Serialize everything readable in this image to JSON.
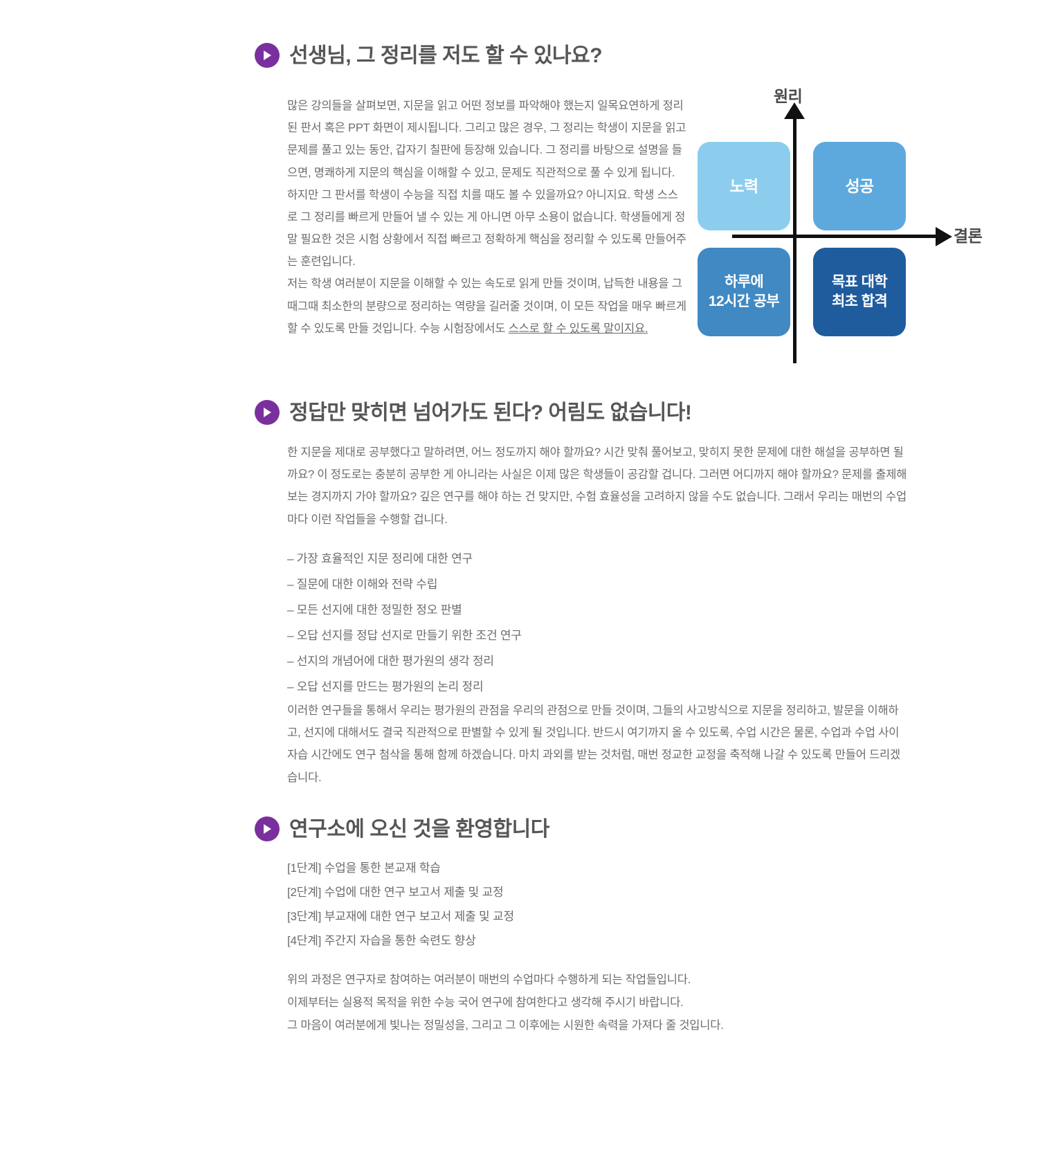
{
  "theme": {
    "accent_purple": "#7a2f9e",
    "heading_gray": "#565656",
    "body_gray": "#6b6b6b",
    "axis_black": "#111111"
  },
  "section1": {
    "heading": "선생님, 그 정리를 저도 할 수 있나요?",
    "paragraphs": [
      "많은 강의들을 살펴보면, 지문을 읽고 어떤 정보를 파악해야 했는지 일목요연하게 정리된 판서 혹은 PPT 화면이 제시됩니다. 그리고 많은 경우, 그 정리는 학생이 지문을 읽고 문제를 풀고 있는 동안, 갑자기 칠판에 등장해 있습니다. 그 정리를 바탕으로 설명을 들으면, 명쾌하게 지문의 핵심을 이해할 수 있고, 문제도 직관적으로 풀 수 있게 됩니다.",
      "하지만 그 판서를 학생이 수능을 직접 치를 때도 볼 수 있을까요? 아니지요. 학생 스스로 그 정리를 빠르게 만들어 낼 수 있는 게 아니면 아무 소용이 없습니다. 학생들에게 정말 필요한 것은 시험 상황에서 직접 빠르고 정확하게 핵심을 정리할 수 있도록 만들어주는 훈련입니다."
    ],
    "paragraph3_main": "저는 학생 여러분이 지문을 이해할 수 있는 속도로 읽게 만들 것이며, 납득한 내용을 그때그때 최소한의 분량으로 정리하는 역량을 길러줄 것이며, 이 모든 작업을 매우 빠르게 할 수 있도록 만들 것입니다. 수능 시험장에서도 ",
    "paragraph3_underlined": "스스로 할 수 있도록 말이지요."
  },
  "diagram": {
    "axis_vertical_label": "원리",
    "axis_horizontal_label": "결론",
    "boxes": [
      {
        "position": "top-left",
        "label": "노력",
        "color": "#8ccdee"
      },
      {
        "position": "top-right",
        "label": "성공",
        "color": "#5da9dd"
      },
      {
        "position": "bottom-left",
        "label": "하루에\n12시간 공부",
        "color": "#4189c2"
      },
      {
        "position": "bottom-right",
        "label": "목표 대학\n최초 합격",
        "color": "#1f5c9e"
      }
    ],
    "box_tl_label": "노력",
    "box_tr_label": "성공",
    "box_bl_line1": "하루에",
    "box_bl_line2": "12시간 공부",
    "box_br_line1": "목표 대학",
    "box_br_line2": "최초 합격"
  },
  "section2": {
    "heading": "정답만 맞히면 넘어가도 된다? 어림도 없습니다!",
    "intro": "한 지문을 제대로 공부했다고 말하려면, 어느 정도까지 해야 할까요? 시간 맞춰 풀어보고, 맞히지 못한 문제에 대한 해설을 공부하면 될까요? 이 정도로는 충분히 공부한 게 아니라는 사실은 이제 많은 학생들이 공감할 겁니다. 그러면 어디까지 해야 할까요? 문제를 출제해 보는 경지까지 가야 할까요? 깊은 연구를 해야 하는 건 맞지만, 수험 효율성을 고려하지 않을 수도 없습니다. 그래서 우리는 매번의 수업마다 이런 작업들을 수행할 겁니다.",
    "bullets": [
      "– 가장 효율적인 지문 정리에 대한 연구",
      "– 질문에 대한 이해와 전략 수립",
      "– 모든 선지에 대한 정밀한 정오 판별",
      "– 오답 선지를 정답 선지로 만들기 위한 조건 연구",
      "– 선지의 개념어에 대한 평가원의 생각 정리",
      "– 오답 선지를 만드는 평가원의 논리 정리"
    ],
    "outro": "이러한 연구들을 통해서 우리는 평가원의 관점을 우리의 관점으로 만들 것이며, 그들의 사고방식으로 지문을 정리하고, 발문을 이해하고, 선지에 대해서도 결국 직관적으로 판별할 수 있게 될 것입니다. 반드시 여기까지 올 수 있도록, 수업 시간은 물론, 수업과 수업 사이 자습 시간에도 연구 첨삭을 통해 함께 하겠습니다. 마치 과외를 받는 것처럼, 매번 정교한 교정을 축적해 나갈 수 있도록 만들어 드리겠습니다."
  },
  "section3": {
    "heading": "연구소에 오신 것을 환영합니다",
    "stages": [
      "[1단계] 수업을 통한 본교재 학습",
      "[2단계] 수업에 대한 연구 보고서 제출 및 교정",
      "[3단계] 부교재에 대한 연구 보고서 제출 및 교정",
      "[4단계] 주간지 자습을 통한 숙련도 향상"
    ],
    "closing": [
      "위의 과정은 연구자로 참여하는 여러분이 매번의 수업마다 수행하게 되는 작업들입니다.",
      "이제부터는 실용적 목적을 위한 수능 국어 연구에 참여한다고 생각해 주시기 바랍니다.",
      "그 마음이 여러분에게 빛나는 정밀성을, 그리고 그 이후에는 시원한 속력을 가져다 줄 것입니다."
    ]
  }
}
